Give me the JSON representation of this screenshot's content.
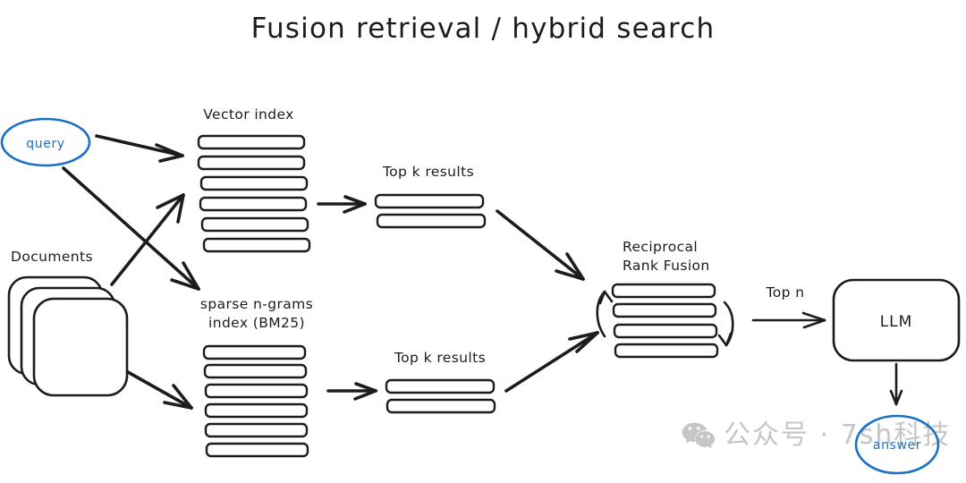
{
  "title": "Fusion retrieval / hybrid search",
  "nodes": {
    "query": {
      "label": "query",
      "color": "#1b6fc4"
    },
    "documents": {
      "label": "Documents"
    },
    "vector_index": {
      "label": "Vector index",
      "bars": 6
    },
    "sparse_index": {
      "label_line1": "sparse n-grams",
      "label_line2": "index (BM25)",
      "bars": 6
    },
    "topk_vector": {
      "label": "Top k results",
      "bars": 2
    },
    "topk_sparse": {
      "label": "Top k results",
      "bars": 2
    },
    "rrf": {
      "label_line1": "Reciprocal",
      "label_line2": "Rank Fusion",
      "bars": 4
    },
    "llm": {
      "label": "LLM"
    },
    "answer": {
      "label": "answer",
      "color": "#1b6fc4"
    }
  },
  "edges": {
    "topn": {
      "label": "Top n"
    }
  },
  "watermark": {
    "icon": "wechat-icon",
    "text": "公众号 · 7sh科技",
    "color": "#c6c6c6"
  }
}
